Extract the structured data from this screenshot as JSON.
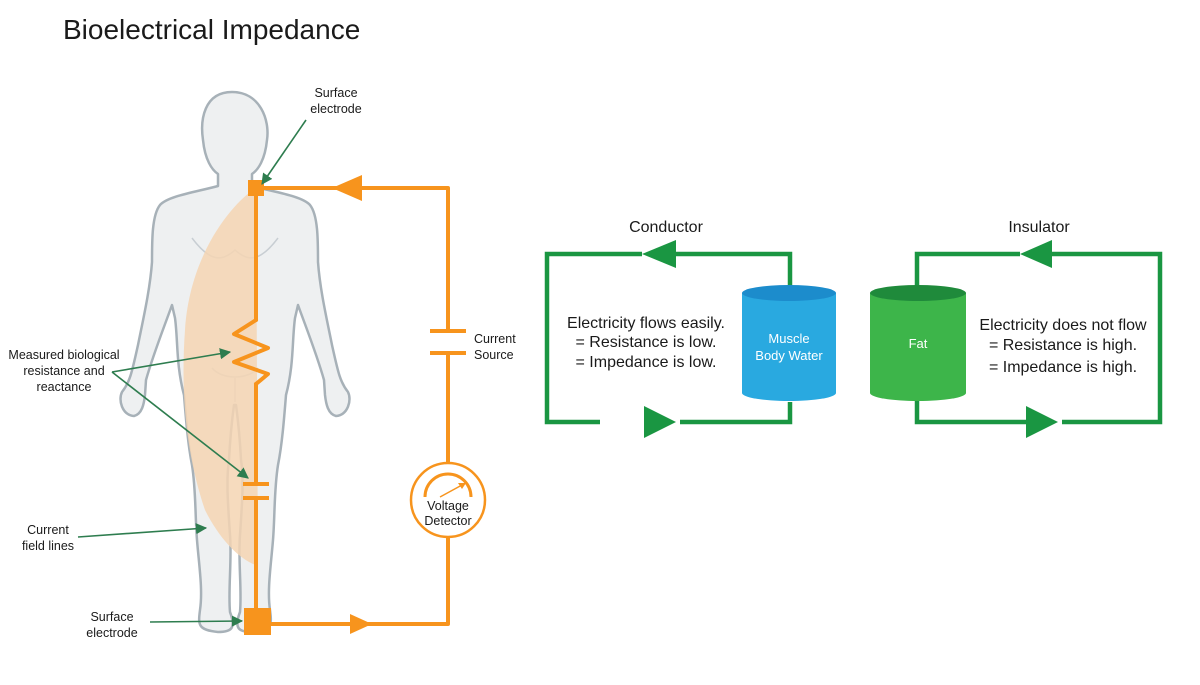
{
  "title": "Bioelectrical Impedance",
  "labels": {
    "surface_electrode_top": [
      "Surface",
      "electrode"
    ],
    "surface_electrode_bottom": [
      "Surface",
      "electrode"
    ],
    "measured": [
      "Measured biological",
      "resistance and",
      "reactance"
    ],
    "current_field_lines": [
      "Current",
      "field lines"
    ],
    "current_source": [
      "Current",
      "Source"
    ],
    "voltage_detector": [
      "Voltage",
      "Detector"
    ]
  },
  "conductor": {
    "heading": "Conductor",
    "text": [
      "Electricity flows easily.",
      "= Resistance is low.",
      "= Impedance is low."
    ],
    "cylinder_label": [
      "Muscle",
      "Body Water"
    ]
  },
  "insulator": {
    "heading": "Insulator",
    "text": [
      "Electricity does not flow",
      "= Resistance is high.",
      "= Impedance is high."
    ],
    "cylinder_label": [
      "Fat"
    ]
  },
  "colors": {
    "circuit_orange": "#f7941d",
    "field_peach": "#f5d5b3",
    "arrow_green": "#1a9642",
    "label_arrow_green": "#2e7d4f",
    "muscle_blue": "#29a9e0",
    "muscle_blue_top": "#1c8ccc",
    "fat_green": "#3db54a",
    "fat_green_top": "#1f8a3b",
    "body_fill": "#eef0f1",
    "body_outline": "#a7b1b8"
  }
}
